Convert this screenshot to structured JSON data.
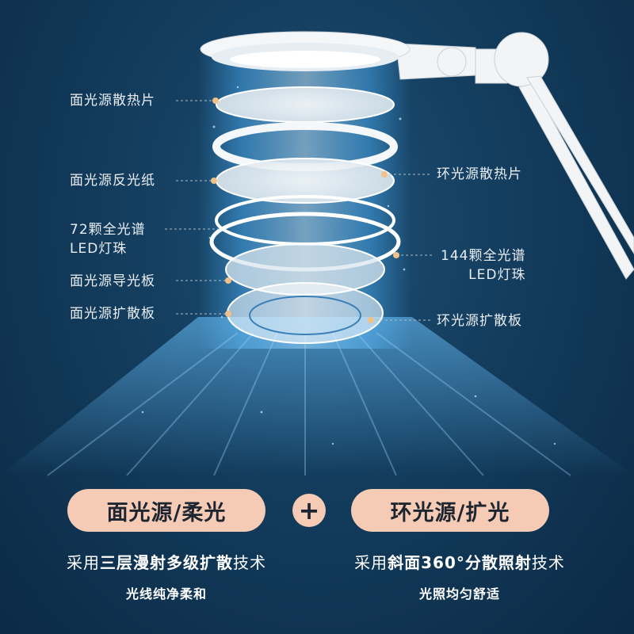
{
  "labels_left": [
    {
      "text": "面光源散热片"
    },
    {
      "text": "面光源反光纸"
    },
    {
      "line1": "72颗全光谱",
      "line2": "LED灯珠"
    },
    {
      "text": "面光源导光板"
    },
    {
      "text": "面光源扩散板"
    }
  ],
  "labels_right": [
    {
      "text": "环光源散热片"
    },
    {
      "line1": "144颗全光谱",
      "line2": "LED灯珠"
    },
    {
      "text": "环光源扩散板"
    }
  ],
  "pills": {
    "left": "面光源/柔光",
    "plus": "+",
    "right": "环光源/扩光"
  },
  "descriptions": {
    "left_prefix": "采用",
    "left_bold": "三层漫射多级扩散",
    "left_suffix": "技术",
    "left_sub": "光线纯净柔和",
    "right_prefix": "采用",
    "right_bold": "斜面360°分散照射",
    "right_suffix": "技术",
    "right_sub": "光照均匀舒适"
  },
  "colors": {
    "background": "#133c5d",
    "pill": "#f6cbb6",
    "label_text": "#e9eef3",
    "light_beam": "#4fb6ff"
  }
}
